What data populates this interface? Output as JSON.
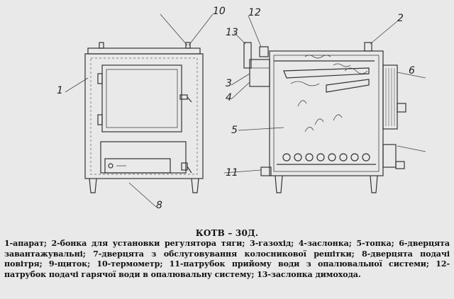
{
  "callouts": [
    "1",
    "2",
    "3",
    "4",
    "5",
    "6",
    "8",
    "10",
    "11",
    "12",
    "13"
  ],
  "caption": {
    "title": "КОТВ – 30Д.",
    "body": "1-апарат; 2-бонка для установки регулятора тяги; 3-газохід; 4-заслонка; 5-топка; 6-дверцята завантажувальні; 7-дверцята з обслуговування колосникової решітки; 8-дверцята подачі повітря; 9-щиток; 10-термометр; 11-патрубок прийому води з опалювальної системи; 12-патрубок подачі гарячої води в опалювальну систему; 13-заслонка димохода."
  }
}
